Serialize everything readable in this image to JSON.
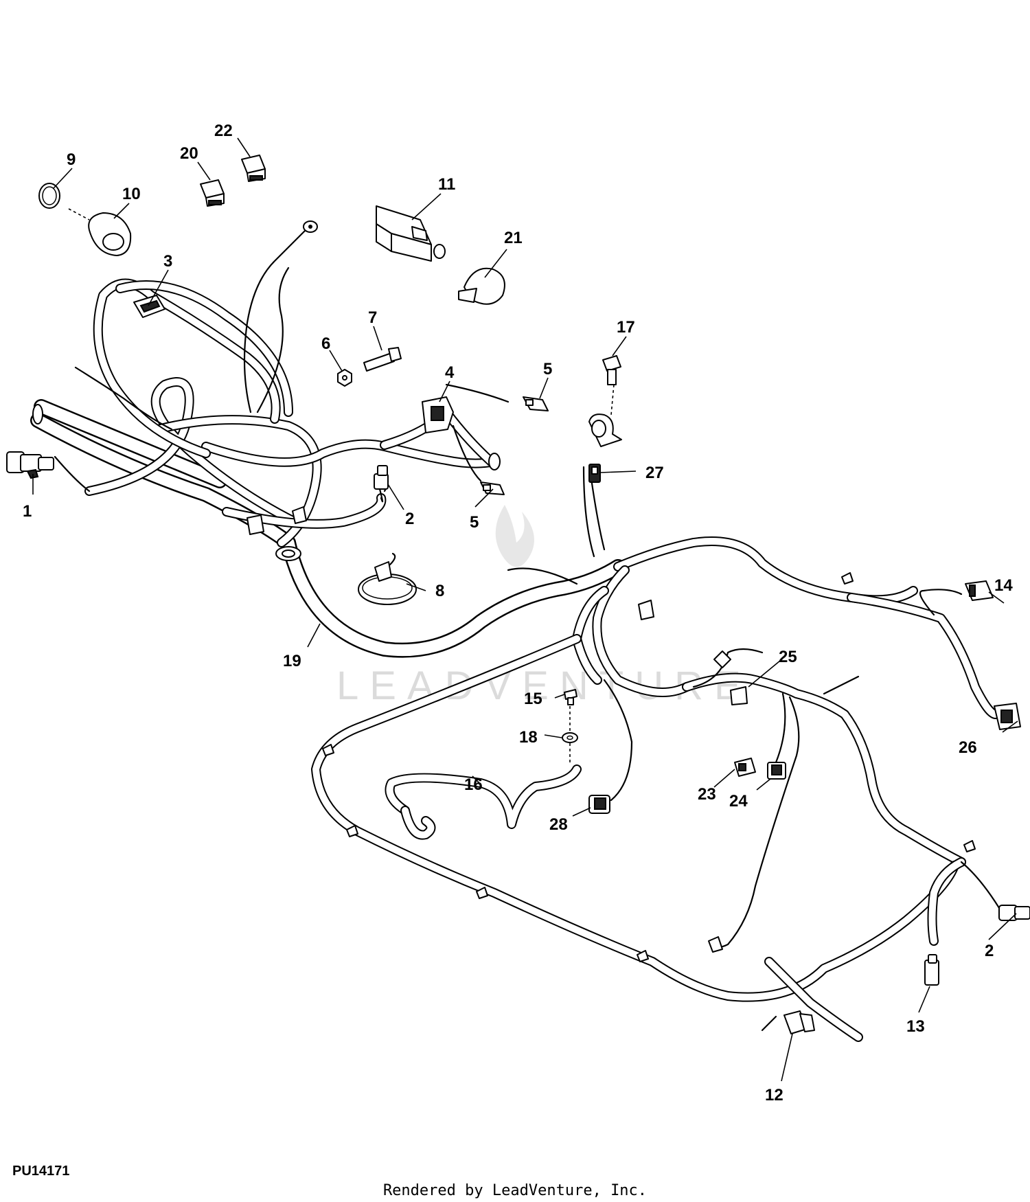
{
  "diagram": {
    "callouts": [
      "1",
      "2",
      "2",
      "3",
      "4",
      "5",
      "5",
      "6",
      "7",
      "8",
      "9",
      "10",
      "11",
      "12",
      "13",
      "14",
      "15",
      "16",
      "17",
      "18",
      "19",
      "20",
      "21",
      "22",
      "23",
      "24",
      "25",
      "26",
      "27",
      "28"
    ],
    "watermark": "LEADVENTURE",
    "figure_id": "PU14171",
    "footer": "Rendered by LeadVenture, Inc."
  }
}
